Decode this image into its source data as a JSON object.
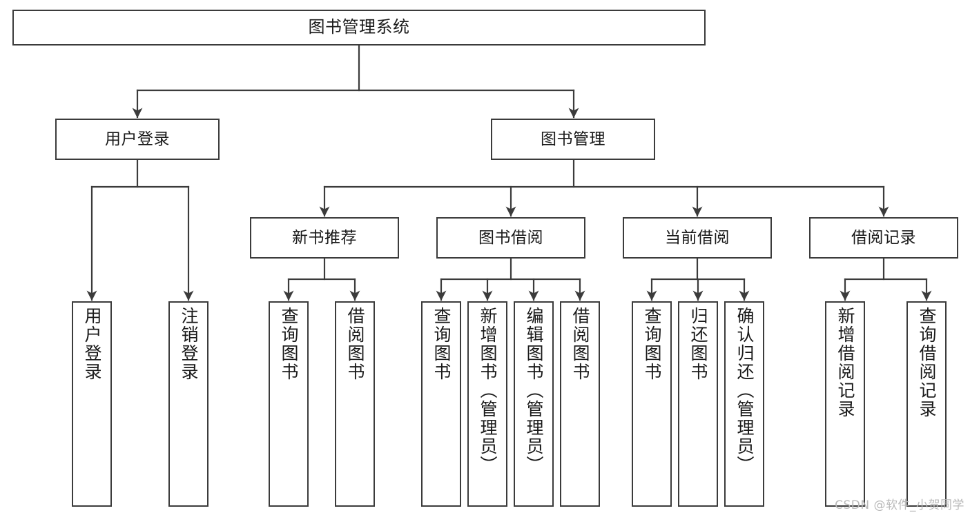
{
  "diagram": {
    "type": "tree",
    "title": "图书管理系统",
    "watermark": "CSDN @软件_小贺同学",
    "colors": {
      "box_border": "#3b3b3b",
      "box_fill": "#ffffff",
      "edge": "#3b3b3b",
      "text": "#1a1a1a",
      "watermark": "#b9b9b9",
      "background": "#ffffff"
    },
    "nodes": {
      "root": {
        "label": "图书管理系统"
      },
      "level2": [
        {
          "id": "user-login",
          "label": "用户登录"
        },
        {
          "id": "book-manage",
          "label": "图书管理"
        }
      ],
      "level3": [
        {
          "id": "new-book-recommend",
          "label": "新书推荐"
        },
        {
          "id": "book-borrow",
          "label": "图书借阅"
        },
        {
          "id": "current-borrow",
          "label": "当前借阅"
        },
        {
          "id": "borrow-record",
          "label": "借阅记录"
        }
      ],
      "leaves": {
        "user-login": [
          {
            "id": "leaf-user-login",
            "label": "用户登录"
          },
          {
            "id": "leaf-logout-login",
            "label": "注销登录"
          }
        ],
        "new-book-recommend": [
          {
            "id": "leaf-query-book-1",
            "label": "查询图书"
          },
          {
            "id": "leaf-borrow-book-1",
            "label": "借阅图书"
          }
        ],
        "book-borrow": [
          {
            "id": "leaf-query-book-2",
            "label": "查询图书"
          },
          {
            "id": "leaf-add-book",
            "label": "新增图书（管理员）"
          },
          {
            "id": "leaf-edit-book",
            "label": "编辑图书（管理员）"
          },
          {
            "id": "leaf-borrow-book-2",
            "label": "借阅图书"
          }
        ],
        "current-borrow": [
          {
            "id": "leaf-query-book-3",
            "label": "查询图书"
          },
          {
            "id": "leaf-return-book",
            "label": "归还图书"
          },
          {
            "id": "leaf-confirm-return",
            "label": "确认归还（管理员）"
          }
        ],
        "borrow-record": [
          {
            "id": "leaf-add-record",
            "label": "新增借阅记录"
          },
          {
            "id": "leaf-query-record",
            "label": "查询借阅记录"
          }
        ]
      }
    }
  }
}
